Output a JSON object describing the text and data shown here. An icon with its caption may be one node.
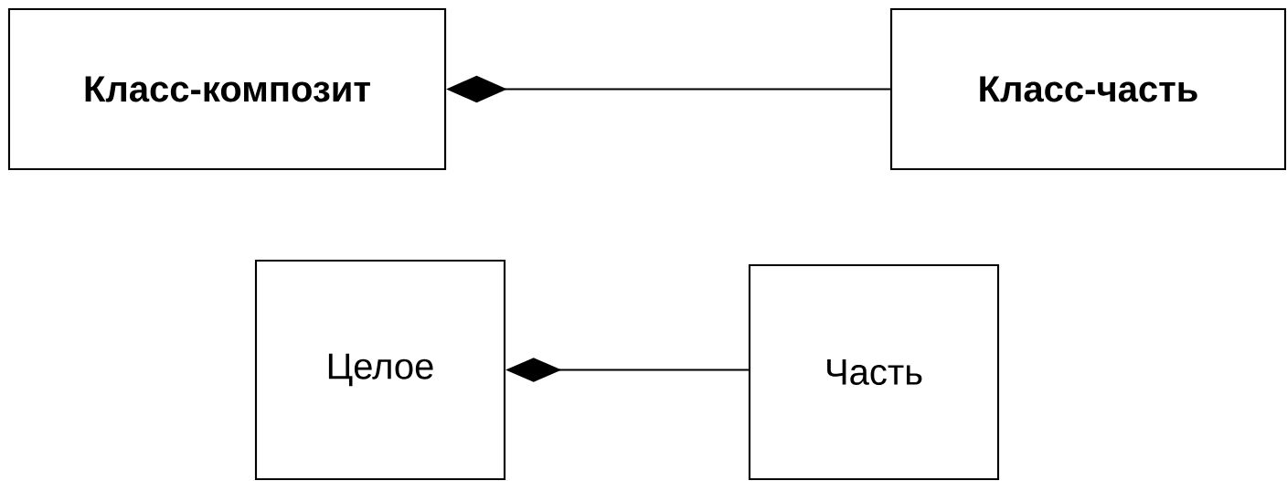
{
  "diagram": {
    "nodes": [
      {
        "text": [
          "Класс-композит"
        ]
      },
      {
        "text": [
          "Класс-часть"
        ]
      },
      {
        "text": [
          "Целое"
        ]
      },
      {
        "text": [
          "Часть"
        ]
      }
    ],
    "edges": [
      {
        "from": 0,
        "to": 1,
        "arrow": "other"
      },
      {
        "from": 2,
        "to": 3,
        "arrow": "other"
      }
    ]
  }
}
